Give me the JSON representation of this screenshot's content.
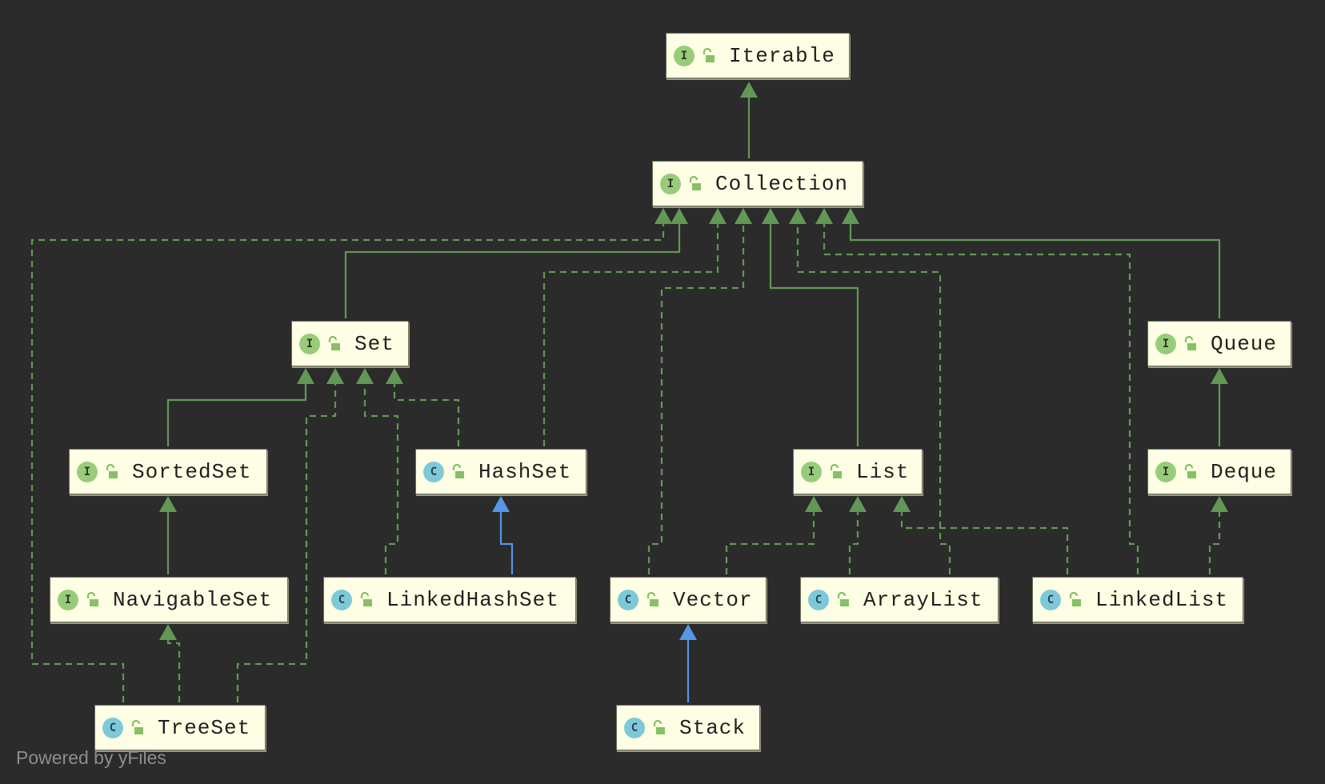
{
  "colors": {
    "background": "#2b2b2b",
    "node_fill": "#fefee4",
    "interface_badge": "#99cc7a",
    "class_badge": "#7ec9d9",
    "extends_edge": "#629755",
    "class_extends_edge": "#5596e6",
    "lock": "#86c165"
  },
  "nodes": {
    "iterable": {
      "name": "Iterable",
      "kind": "I"
    },
    "collection": {
      "name": "Collection",
      "kind": "I"
    },
    "set": {
      "name": "Set",
      "kind": "I"
    },
    "queue": {
      "name": "Queue",
      "kind": "I"
    },
    "sortedset": {
      "name": "SortedSet",
      "kind": "I"
    },
    "hashset": {
      "name": "HashSet",
      "kind": "C"
    },
    "list": {
      "name": "List",
      "kind": "I"
    },
    "deque": {
      "name": "Deque",
      "kind": "I"
    },
    "navigableset": {
      "name": "NavigableSet",
      "kind": "I"
    },
    "linkedhashset": {
      "name": "LinkedHashSet",
      "kind": "C"
    },
    "vector": {
      "name": "Vector",
      "kind": "C"
    },
    "arraylist": {
      "name": "ArrayList",
      "kind": "C"
    },
    "linkedlist": {
      "name": "LinkedList",
      "kind": "C"
    },
    "treeset": {
      "name": "TreeSet",
      "kind": "C"
    },
    "stack": {
      "name": "Stack",
      "kind": "C"
    }
  },
  "edges": [
    {
      "from": "collection",
      "to": "iterable",
      "type": "extends"
    },
    {
      "from": "set",
      "to": "collection",
      "type": "extends"
    },
    {
      "from": "list",
      "to": "collection",
      "type": "extends"
    },
    {
      "from": "queue",
      "to": "collection",
      "type": "extends"
    },
    {
      "from": "treeset",
      "to": "collection",
      "type": "implements"
    },
    {
      "from": "hashset",
      "to": "collection",
      "type": "implements"
    },
    {
      "from": "vector",
      "to": "collection",
      "type": "implements"
    },
    {
      "from": "arraylist",
      "to": "collection",
      "type": "implements"
    },
    {
      "from": "linkedlist",
      "to": "collection",
      "type": "implements"
    },
    {
      "from": "sortedset",
      "to": "set",
      "type": "extends"
    },
    {
      "from": "treeset",
      "to": "set",
      "type": "implements"
    },
    {
      "from": "linkedhashset",
      "to": "set",
      "type": "implements"
    },
    {
      "from": "hashset",
      "to": "set",
      "type": "implements"
    },
    {
      "from": "navigableset",
      "to": "sortedset",
      "type": "extends"
    },
    {
      "from": "treeset",
      "to": "navigableset",
      "type": "implements"
    },
    {
      "from": "linkedhashset",
      "to": "hashset",
      "type": "class-extends"
    },
    {
      "from": "vector",
      "to": "list",
      "type": "implements"
    },
    {
      "from": "arraylist",
      "to": "list",
      "type": "implements"
    },
    {
      "from": "linkedlist",
      "to": "list",
      "type": "implements"
    },
    {
      "from": "stack",
      "to": "vector",
      "type": "class-extends"
    },
    {
      "from": "deque",
      "to": "queue",
      "type": "extends"
    },
    {
      "from": "linkedlist",
      "to": "deque",
      "type": "implements"
    }
  ],
  "footer": {
    "text": "Powered by yFiles"
  }
}
